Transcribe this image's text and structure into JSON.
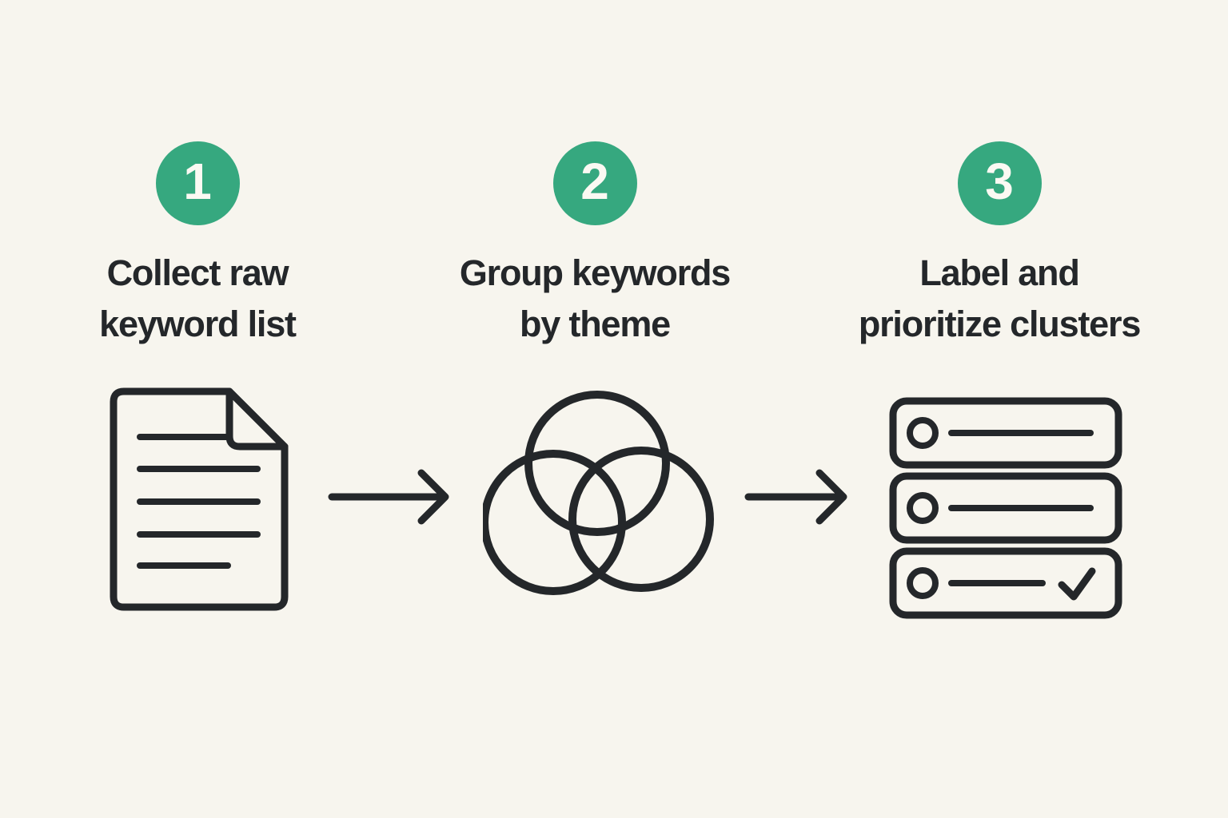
{
  "colors": {
    "background": "#F7F5EE",
    "ink": "#24272A",
    "accent_green": "#36A87F",
    "badge_number": "#FBF9F3"
  },
  "steps": [
    {
      "number": "1",
      "title": "Collect raw\nkeyword list",
      "icon": "document-icon"
    },
    {
      "number": "2",
      "title": "Group keywords\nby theme",
      "icon": "venn-diagram-icon"
    },
    {
      "number": "3",
      "title": "Label and\nprioritize clusters",
      "icon": "stacked-list-check-icon"
    }
  ],
  "connectors": [
    {
      "icon": "arrow-right-icon"
    },
    {
      "icon": "arrow-right-icon"
    }
  ]
}
